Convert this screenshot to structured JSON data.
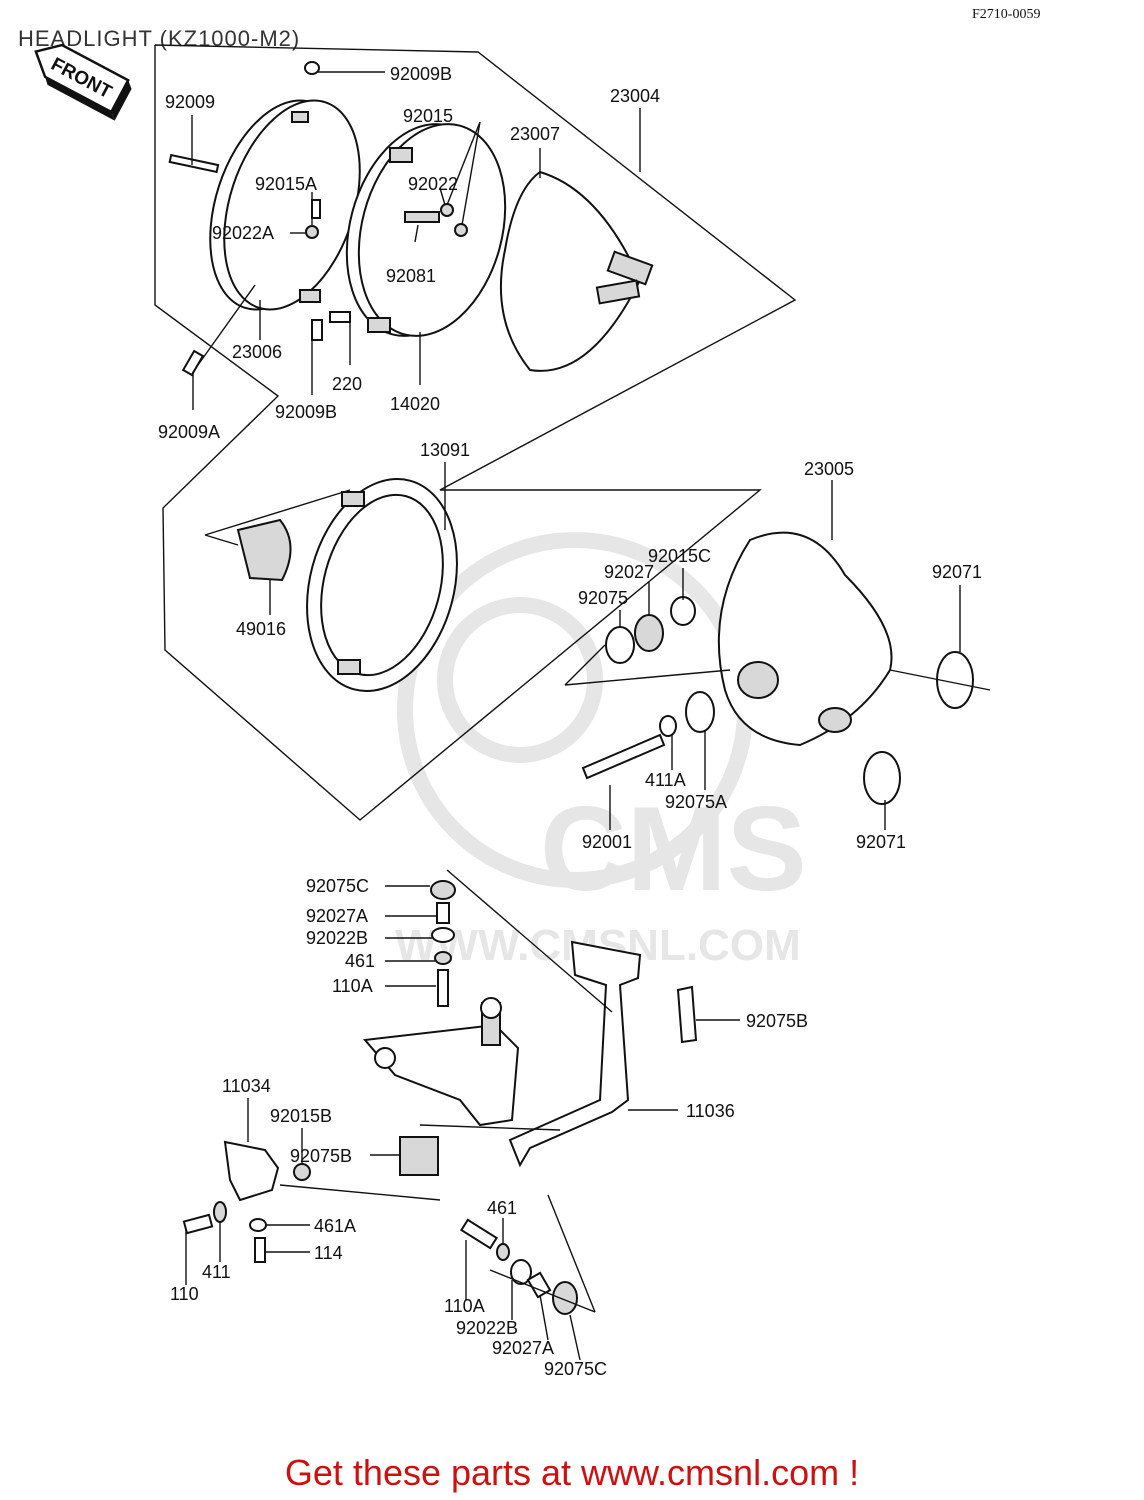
{
  "header": {
    "title": "HEADLIGHT (KZ1000-M2)",
    "code": "F2710-0059",
    "front_tag": "FRONT"
  },
  "watermark": {
    "brand": "CMS",
    "url": "WWW.CMSNL.COM"
  },
  "labels": {
    "p92009B_top": "92009B",
    "p92009": "92009",
    "p92015": "92015",
    "p23004": "23004",
    "p23007": "23007",
    "p92015A": "92015A",
    "p92022": "92022",
    "p92022A": "92022A",
    "p92081": "92081",
    "p23006": "23006",
    "p220": "220",
    "p92009A": "92009A",
    "p92009B_bottom": "92009B",
    "p14020": "14020",
    "p13091": "13091",
    "p23005": "23005",
    "p92015C": "92015C",
    "p92027": "92027",
    "p92075": "92075",
    "p92071_top": "92071",
    "p49016": "49016",
    "p411A": "411A",
    "p92075A": "92075A",
    "p92001": "92001",
    "p92071_bottom": "92071",
    "p92075C_top": "92075C",
    "p92027A_top": "92027A",
    "p92022B_top": "92022B",
    "p461_top": "461",
    "p110A_top": "110A",
    "p92075B_right": "92075B",
    "p11036": "11036",
    "p11034": "11034",
    "p92015B": "92015B",
    "p92075B_left": "92075B",
    "p461A": "461A",
    "p114": "114",
    "p411": "411",
    "p110": "110",
    "p461_bottom": "461",
    "p110A_bottom": "110A",
    "p92022B_bottom": "92022B",
    "p92027A_bottom": "92027A",
    "p92075C_bottom": "92075C"
  },
  "footer": {
    "text": "Get these parts at www.cmsnl.com !",
    "color": "#cc1111"
  }
}
